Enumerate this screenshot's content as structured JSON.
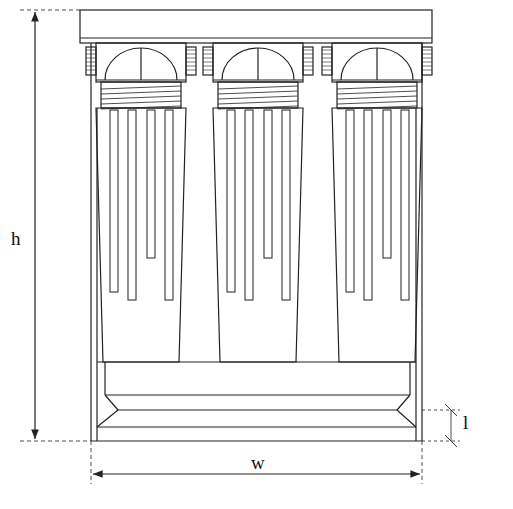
{
  "diagram": {
    "labels": [
      "h",
      "w",
      "l"
    ]
  }
}
